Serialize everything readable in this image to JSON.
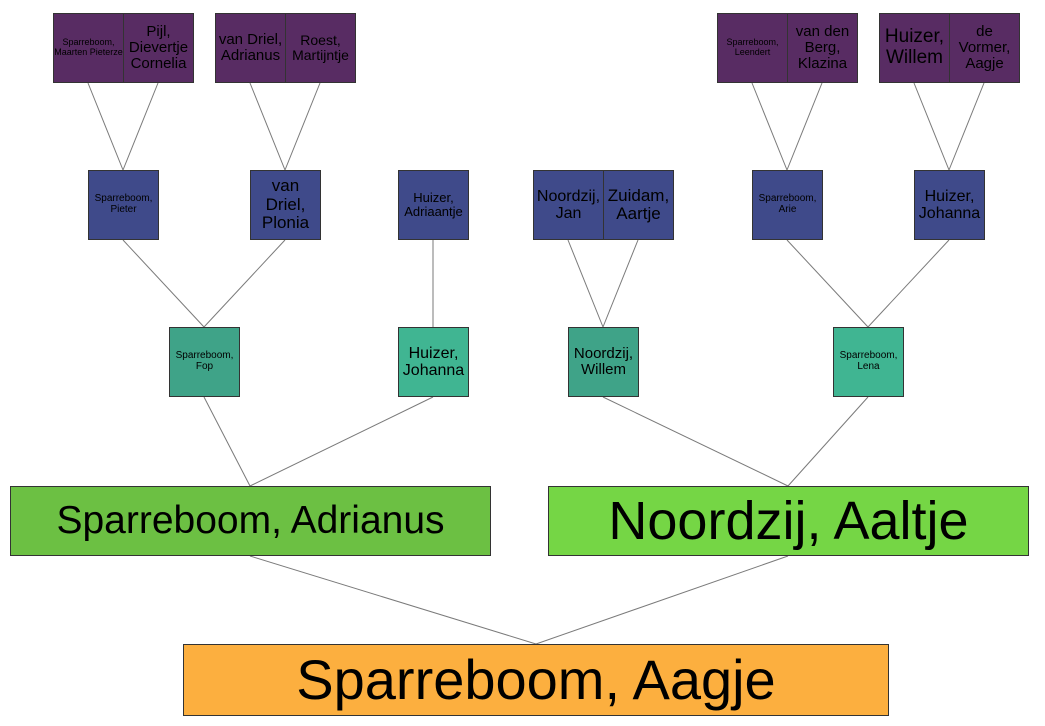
{
  "root": {
    "name": "Sparreboom, Aagje",
    "color": "#fcaf3f"
  },
  "parents": [
    {
      "name": "Sparreboom, Adrianus",
      "color": "#6cc043"
    },
    {
      "name": "Noordzij, Aaltje",
      "color": "#75d645"
    }
  ],
  "grandparents": [
    {
      "name": "Sparreboom, Fop"
    },
    {
      "name": "Huizer, Johanna"
    },
    {
      "name": "Noordzij, Willem"
    },
    {
      "name": "Sparreboom, Lena"
    }
  ],
  "great_grandparents": [
    {
      "name": "Sparreboom, Pieter"
    },
    {
      "name": "van Driel, Plonia"
    },
    {
      "name": "Huizer, Adriaantje"
    },
    {
      "name": "Noordzij, Jan"
    },
    {
      "name": "Zuidam, Aartje"
    },
    {
      "name": "Sparreboom, Arie"
    },
    {
      "name": "Huizer, Johanna"
    }
  ],
  "great_great_grandparents": [
    {
      "name": "Sparreboom, Maarten Pieterze"
    },
    {
      "name": "Pijl, Dievertje Cornelia"
    },
    {
      "name": "van Driel, Adrianus"
    },
    {
      "name": "Roest, Martijntje"
    },
    {
      "name": "Sparreboom, Leendert"
    },
    {
      "name": "van den Berg, Klazina"
    },
    {
      "name": "Huizer, Willem"
    },
    {
      "name": "de Vormer, Aagje"
    }
  ],
  "colors": {
    "gen4": "#582c63",
    "gen3": "#3f4a8a",
    "gen2": "#3fa388",
    "line": "#777777"
  }
}
